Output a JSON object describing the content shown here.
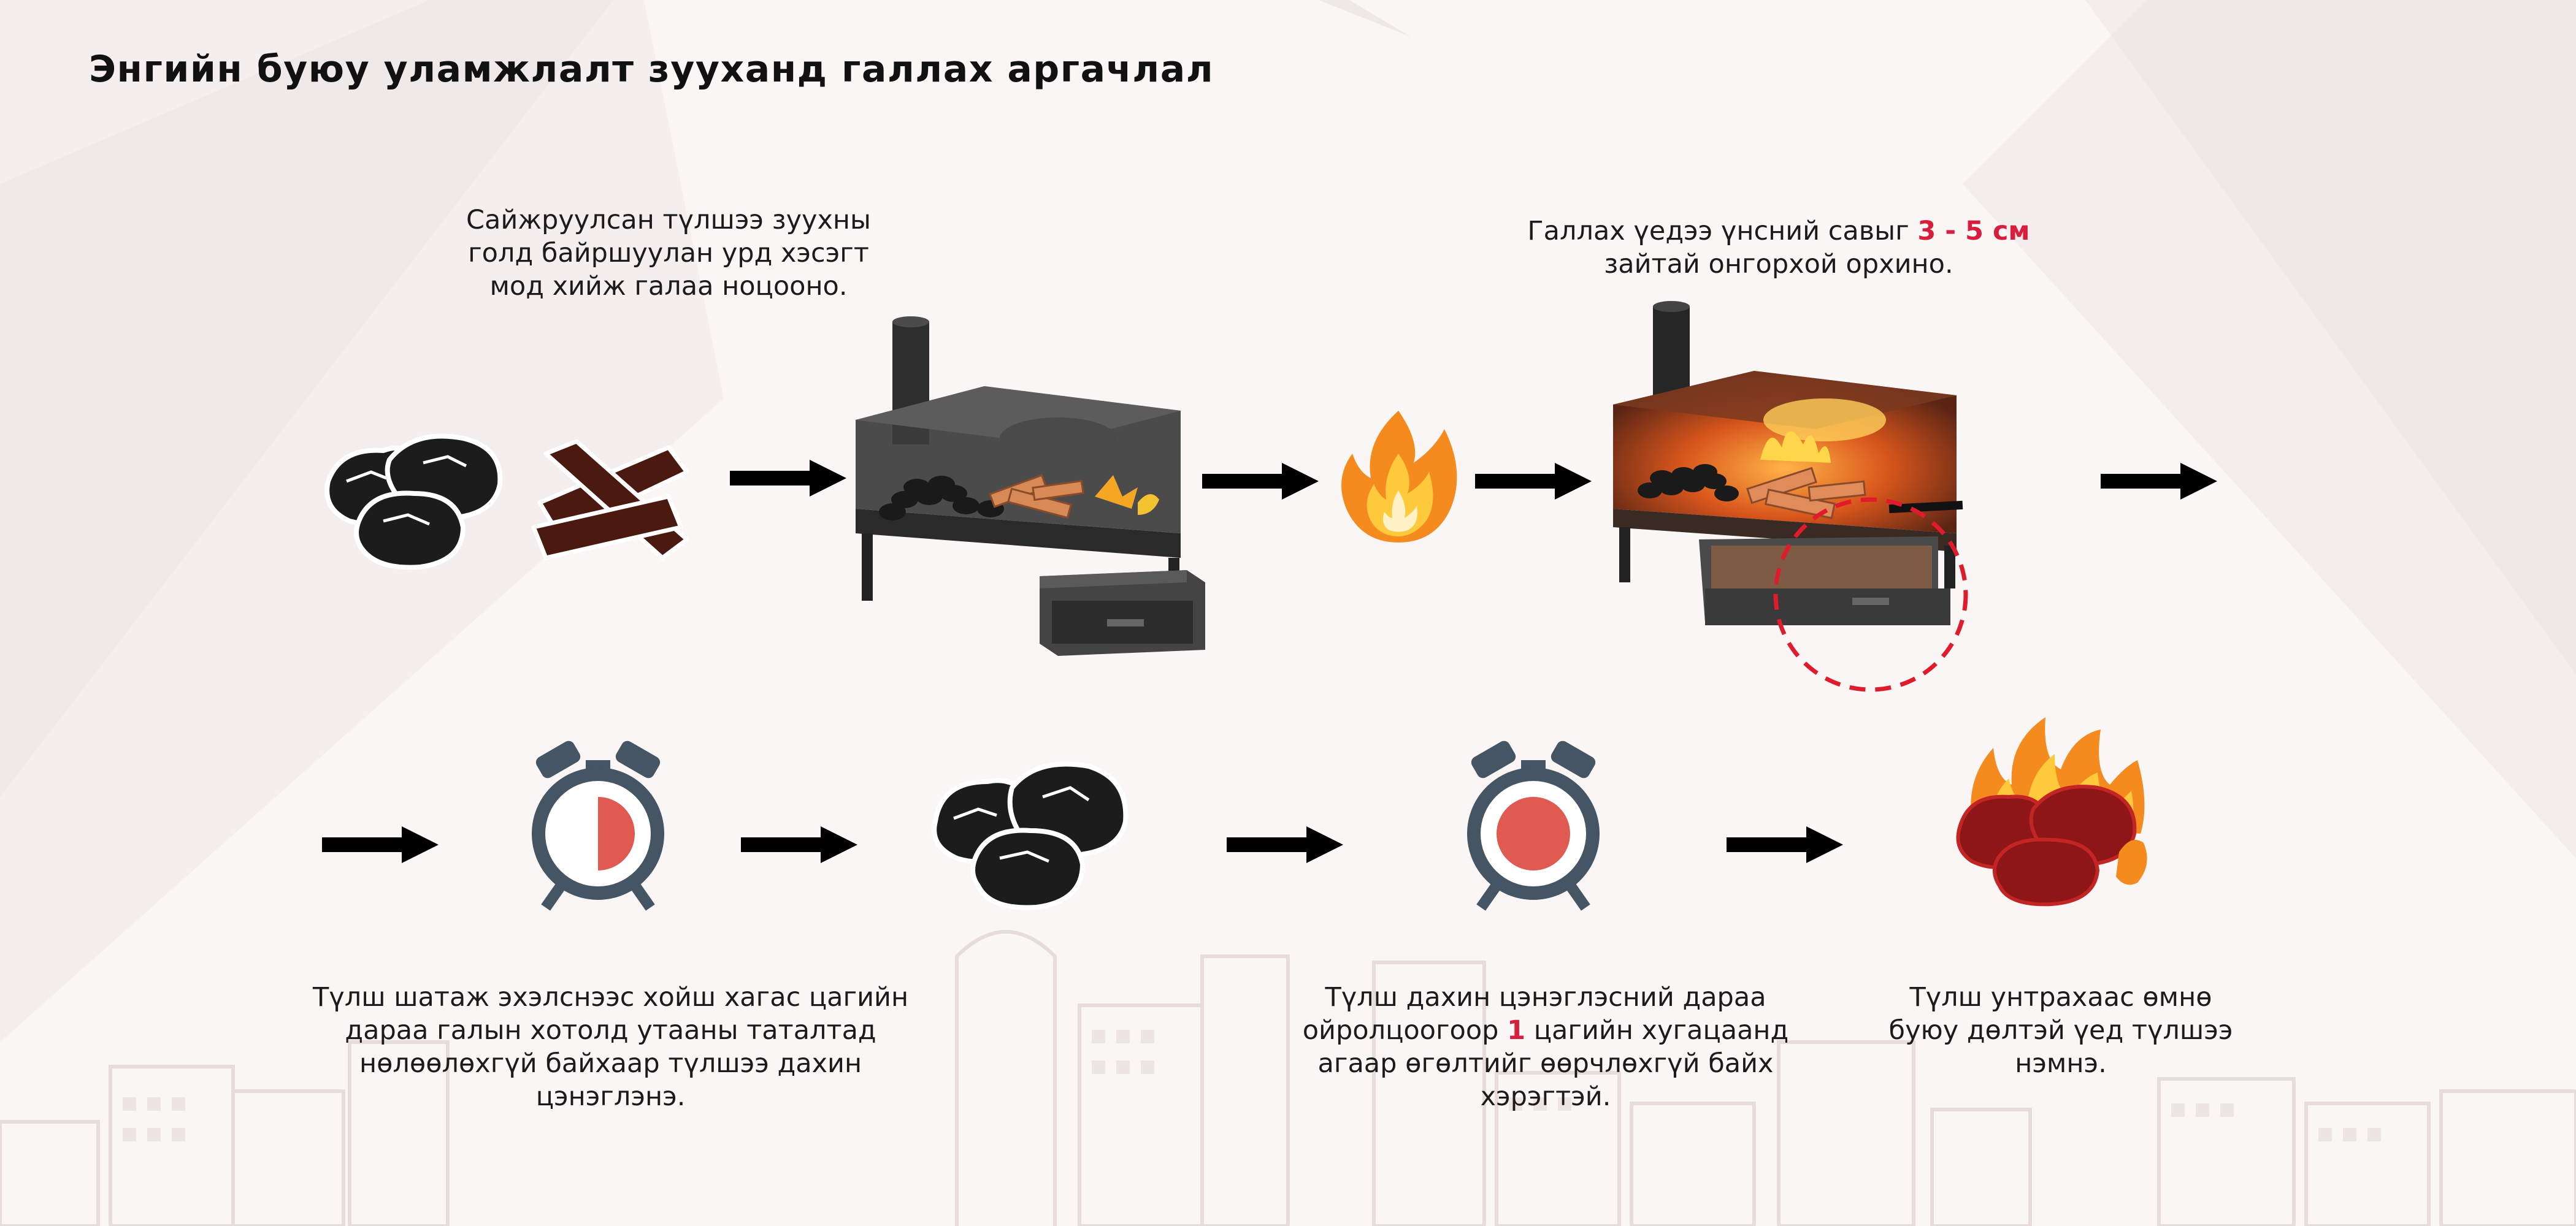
{
  "title": "Энгийн буюу уламжлалт зууханд галлах аргачлал",
  "colors": {
    "background": "#fbf6f6",
    "accent_red": "#d81e3c",
    "clock_frame": "#455563",
    "clock_fill": "#e05a52",
    "coal": "#1c1c1c",
    "wood": "#4a1a10",
    "flame_orange": "#f58a1f",
    "flame_yellow": "#ffc93c"
  },
  "captions": {
    "step1": {
      "lines": [
        "Сайжруулсан түлшээ зуухны",
        "голд байршуулан урд хэсэгт",
        "мод хийж галаа ноцооно."
      ]
    },
    "step2": {
      "line1_before": "Галлах үедээ үнсний савыг ",
      "line1_highlight": "3 - 5 см",
      "line2": "зайтай онгорхой орхино."
    },
    "step3": {
      "lines": [
        "Түлш шатаж эхэлснээс хойш хагас цагийн",
        "дараа галын хотолд утааны таталтад",
        "нөлөөлөхгүй байхаар түлшээ дахин",
        "цэнэглэнэ."
      ]
    },
    "step4": {
      "line1": "Түлш дахин цэнэглэсний дараа",
      "line2_before": "ойролцоогоор ",
      "line2_highlight": "1",
      "line2_after": " цагийн хугацаанд",
      "line3": "агаар өгөлтийг өөрчлөхгүй байх",
      "line4": "хэрэгтэй."
    },
    "step5": {
      "lines": [
        "Түлш унтрахаас өмнө",
        "буюу дөлтэй үед түлшээ",
        "нэмнэ."
      ]
    }
  },
  "clocks": {
    "first_fill": 0.5,
    "second_fill": 1.0
  },
  "icons": [
    "coal-icon",
    "firewood-icon",
    "arrow-icon",
    "stove-unlit-icon",
    "flame-icon",
    "stove-burning-icon",
    "highlight-circle-icon",
    "alarm-clock-half-icon",
    "alarm-clock-full-icon",
    "burning-coal-icon",
    "city-skyline-icon"
  ]
}
